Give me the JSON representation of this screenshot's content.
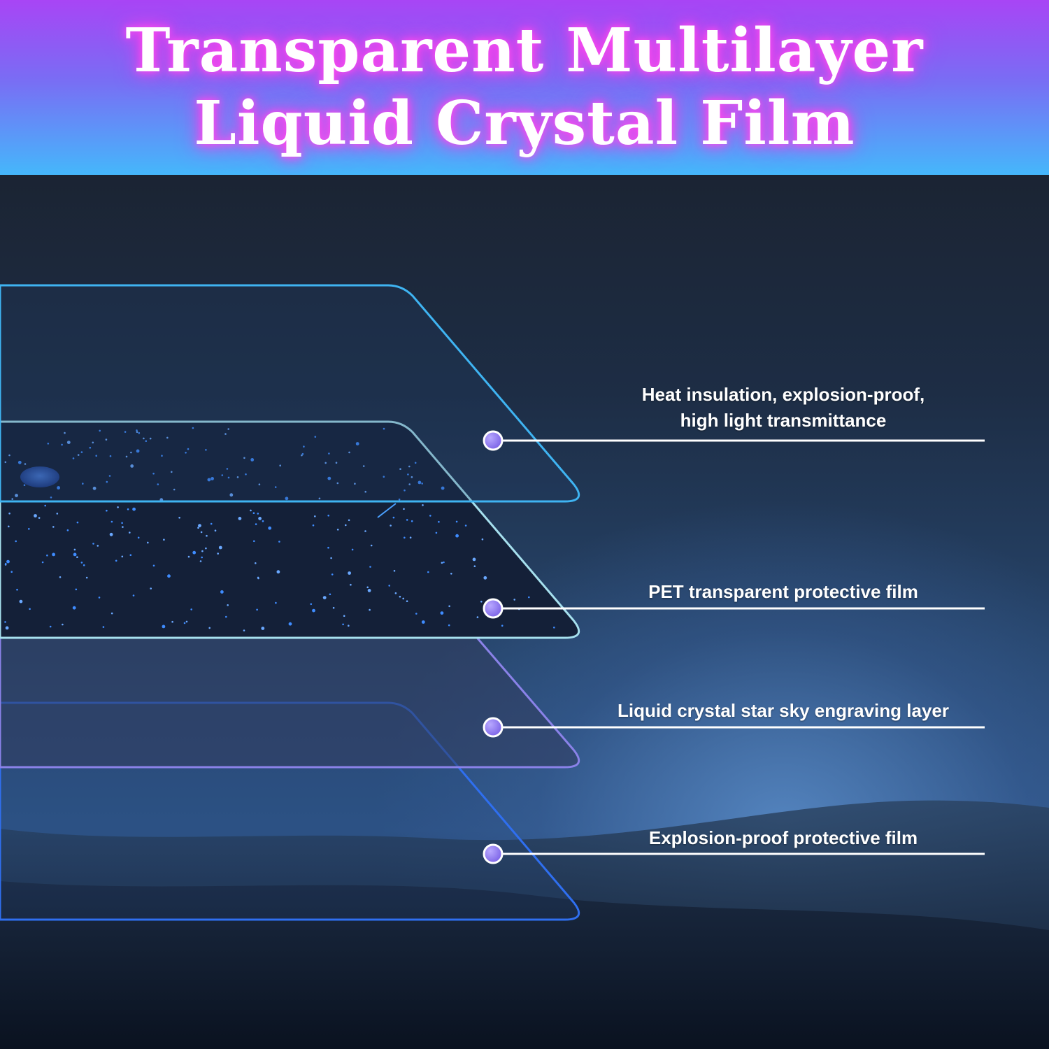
{
  "header": {
    "title_line1": "Transparent Multilayer",
    "title_line2": "Liquid Crystal Film"
  },
  "layers": [
    {
      "label_lines": [
        "Heat insulation, explosion-proof,",
        "high light transmittance"
      ]
    },
    {
      "label_lines": [
        "PET transparent protective film"
      ]
    },
    {
      "label_lines": [
        "Liquid crystal star sky engraving layer"
      ]
    },
    {
      "label_lines": [
        "Explosion-proof protective film"
      ]
    }
  ],
  "colors": {
    "layer_top": "#3fb4f2",
    "layer_pet": "#a6e0ee",
    "layer_lc": "#8a82e8",
    "layer_bottom": "#2f6ff0",
    "dot_fill": "#8f78f0",
    "line": "#ffffff"
  }
}
